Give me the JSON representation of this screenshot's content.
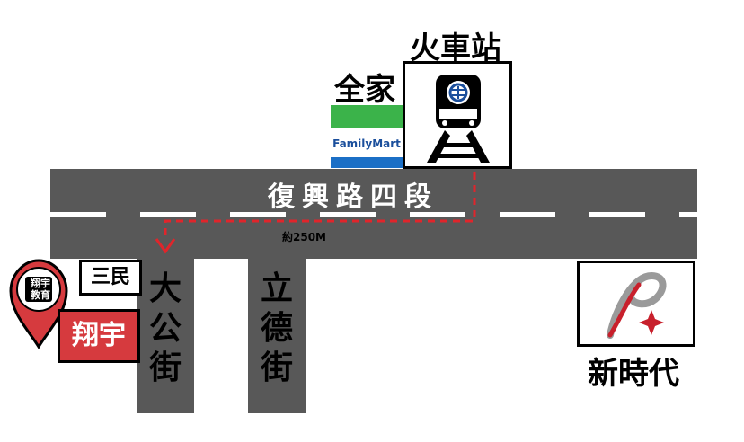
{
  "roads": {
    "main": "復興路四段",
    "street_1": "大公街",
    "street_2": "立德街"
  },
  "landmarks": {
    "station": "火車站",
    "familymart_label": "全家",
    "familymart_logo_text": "FamilyMart",
    "new_era": "新時代",
    "sanmin": "三民",
    "xiangyu": "翔宇",
    "pin_logo_text_1": "翔宇",
    "pin_logo_text_2": "教育"
  },
  "route": {
    "distance": "約250M",
    "color": "#e0252b"
  },
  "colors": {
    "road": "#585858",
    "brand_red": "#d63a3e",
    "fm_green": "#3bb34a",
    "fm_blue": "#1b6fc6"
  },
  "icons": [
    "train-icon",
    "map-pin-icon",
    "new-era-logo-icon"
  ]
}
